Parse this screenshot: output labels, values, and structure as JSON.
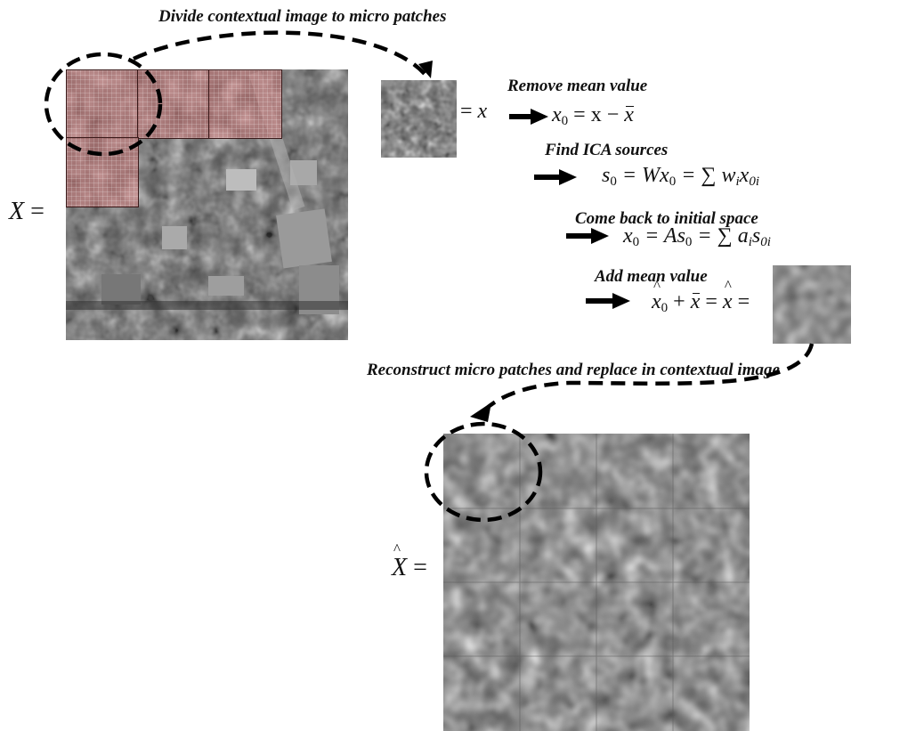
{
  "labels": {
    "step_divide": "Divide contextual image to micro patches",
    "step_remove_mean": "Remove mean value",
    "step_find_ica": "Find  ICA  sources",
    "step_come_back": "Come back to initial space",
    "step_add_mean": "Add mean value",
    "step_reconstruct": "Reconstruct micro patches and replace in contextual image"
  },
  "equations": {
    "X_lhs": "X",
    "Xhat_lhs": "X",
    "patch_eq": "= x",
    "remove_mean": {
      "lhs": "x",
      "sub": "0",
      "rhs": " = x − ",
      "xbar": "x"
    },
    "ica": {
      "s": "s",
      "sub": "0",
      "mid": " = Wx",
      "sub2": "0",
      "sum": " = ∑ w",
      "wsub": "i",
      "xv": "x",
      "xsub": "0i"
    },
    "back": {
      "x": "x",
      "sub": "0",
      "mid": " = As",
      "sub2": "0",
      "sum": " = ∑ a",
      "asub": "i",
      "s": "s",
      "ssub": "0i"
    },
    "add_mean": {
      "x": "x",
      "sub": "0",
      "plus": " + ",
      "xbar": "x",
      "eq": " = ",
      "xhat": "x",
      "eq2": " ="
    }
  },
  "colors": {
    "patch_overlay": "#cd7878",
    "arrow": "#000000",
    "dashed": "#000000"
  }
}
